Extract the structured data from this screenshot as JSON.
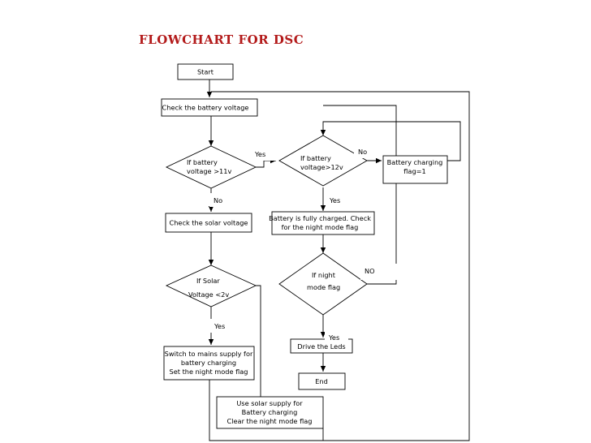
{
  "title": "FLOWCHART FOR DSC",
  "nodes": {
    "start": [
      "Start"
    ],
    "check_battery": [
      "Check the battery voltage"
    ],
    "if_battery_11": [
      "If battery",
      "voltage >11v"
    ],
    "if_battery_12": [
      "If   battery",
      "voltage>12v"
    ],
    "charging_flag": [
      "Battery charging",
      "flag=1"
    ],
    "check_solar": [
      "Check the solar voltage"
    ],
    "fully_charged": [
      "Battery is fully charged. Check",
      "for the night mode flag"
    ],
    "if_solar": [
      "If Solar",
      "Voltage <2v"
    ],
    "if_night": [
      "If night",
      "mode flag"
    ],
    "switch_mains": [
      "Switch to mains supply for",
      "battery charging",
      "Set the night mode flag"
    ],
    "drive_leds": [
      "Drive the Leds"
    ],
    "end": [
      "End"
    ],
    "use_solar": [
      "Use solar supply for",
      "Battery charging",
      "Clear the night mode flag"
    ]
  },
  "labels": {
    "yes_battery_11": "Yes",
    "no_battery_11": "No",
    "no_battery_12": "No",
    "yes_battery_12": "Yes",
    "no_night": "NO",
    "yes_solar": "Yes",
    "yes_night": "Yes"
  }
}
